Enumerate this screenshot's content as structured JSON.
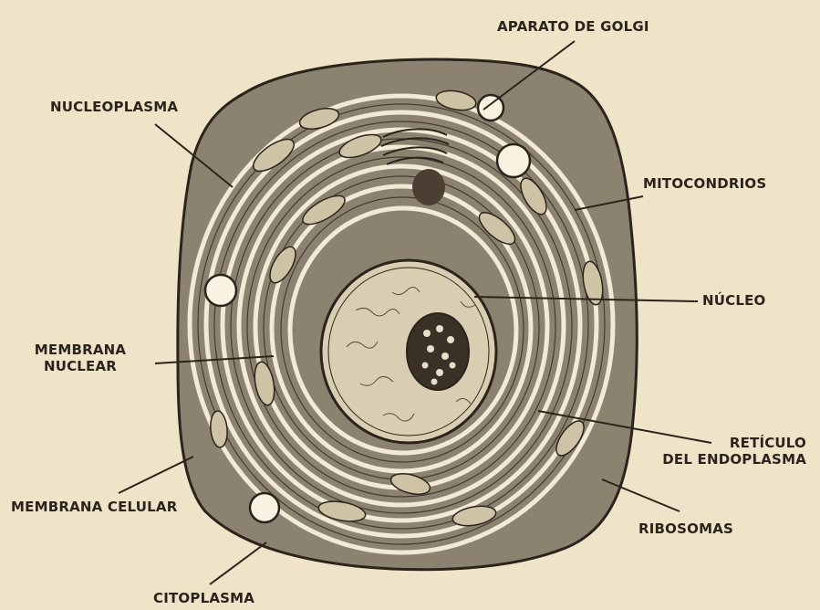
{
  "labels": {
    "golgi": "APARATO DE GOLGI",
    "nucleoplasma": "NUCLEOPLASMA",
    "mitocondrios": "MITOCONDRIOS",
    "nucleo": "NÚCLEO",
    "membrana_nuclear_1": "MEMBRANA",
    "membrana_nuclear_2": "NUCLEAR",
    "reticulo_1": "RETÍCULO",
    "reticulo_2": "DEL ENDOPLASMA",
    "membrana_celular": "MEMBRANA CELULAR",
    "ribosomas": "RIBOSOMAS",
    "citoplasma": "CITOPLASMA"
  },
  "colors": {
    "background": "#efe3c8",
    "cytoplasm": "#8c8270",
    "outline": "#2a241c",
    "lamella": "#f2ead6",
    "nucleus": "#d9cdb2"
  }
}
